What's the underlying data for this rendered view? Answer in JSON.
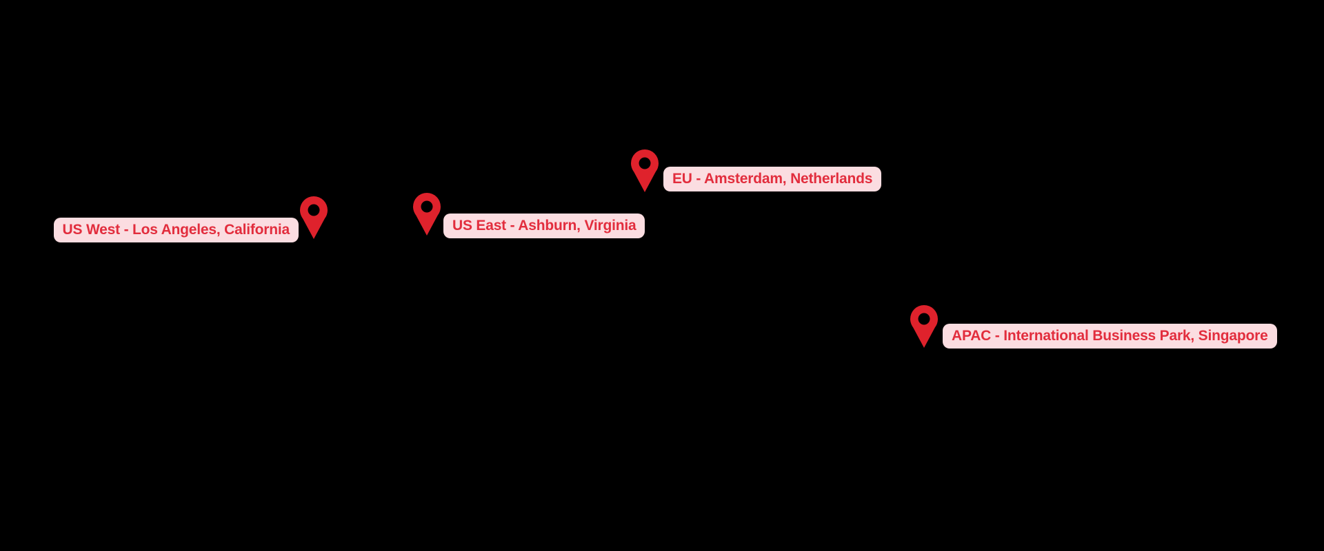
{
  "map": {
    "description": "Region locations map",
    "colors": {
      "background": "#000000",
      "pin": "#df222c",
      "label_bg": "#fbdde1",
      "label_text": "#e22d3d"
    },
    "locations": [
      {
        "id": "us-west",
        "label": "US West - Los Angeles, California",
        "label_side": "left"
      },
      {
        "id": "us-east",
        "label": "US East - Ashburn, Virginia",
        "label_side": "right"
      },
      {
        "id": "eu",
        "label": "EU - Amsterdam, Netherlands",
        "label_side": "right"
      },
      {
        "id": "apac",
        "label": "APAC - International Business Park, Singapore",
        "label_side": "right"
      }
    ]
  }
}
